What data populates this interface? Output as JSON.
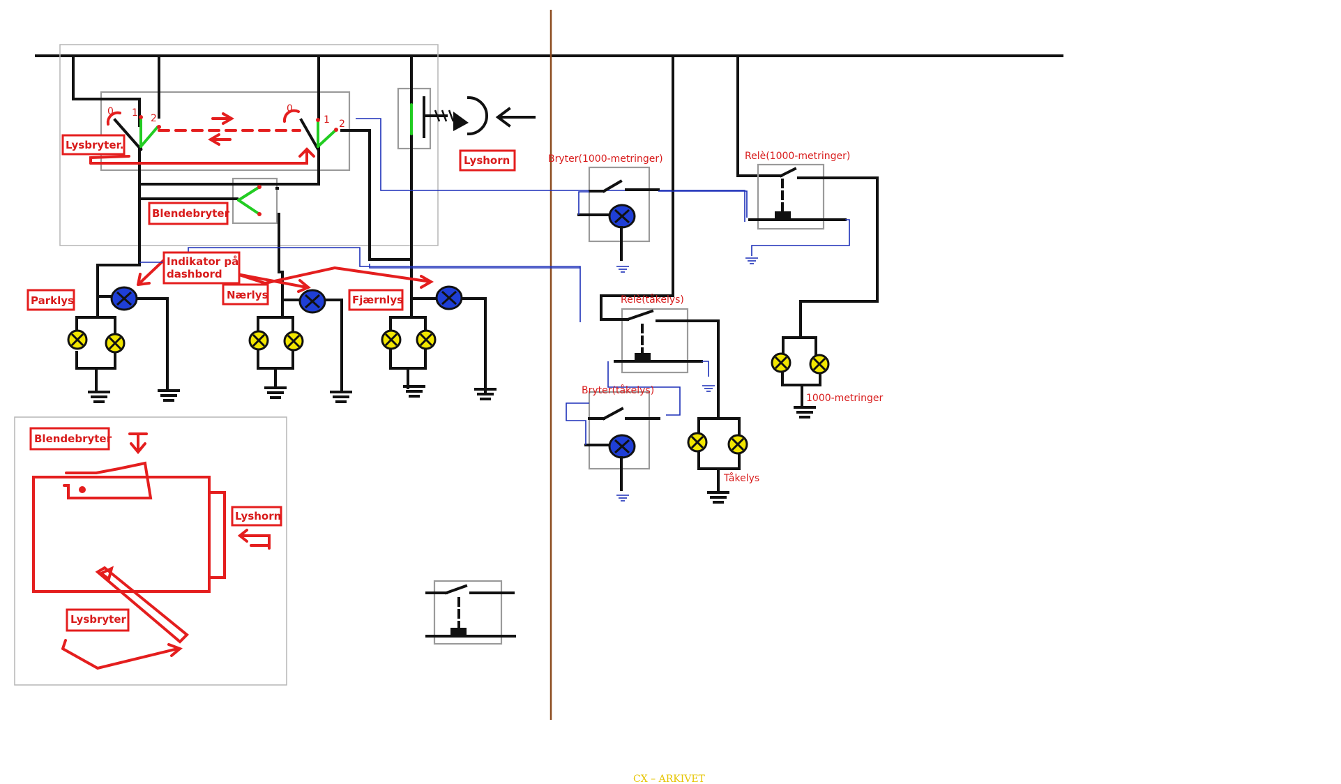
{
  "labels": {
    "lysbryter_top": "Lysbryter.",
    "blendebryter_top": "Blendebryter",
    "lyshorn_top": "Lyshorn",
    "indikator": "Indikator på dashbord",
    "parklys": "Parklys",
    "naerlys": "Nærlys",
    "fjaernlys": "Fjærnlys",
    "bryter_1000": "Bryter(1000-metringer)",
    "rele_1000": "Relè(1000-metringer)",
    "rele_takelys": "Relè(tåkelys)",
    "bryter_takelys": "Bryter(tåkelys)",
    "lamp_1000": "1000-metringer",
    "lamp_takelys": "Tåkelys",
    "legend_blendebryter": "Blendebryter",
    "legend_lyshorn": "Lyshorn",
    "legend_lysbryter": "Lysbryter",
    "switch_pos_0": "0",
    "switch_pos_1": "1",
    "switch_pos_2": "2"
  },
  "footer": "CX – ARKIVET",
  "colors": {
    "wire": "#111111",
    "signal_wire": "#1b2fb8",
    "annotation": "#e41e1e",
    "contact": "#22cc22",
    "lamp": "#f2e600",
    "indicator": "#1f3fd6",
    "box": "#9a9a9a",
    "divider": "#8b4a1e",
    "footer": "#e6c400"
  }
}
